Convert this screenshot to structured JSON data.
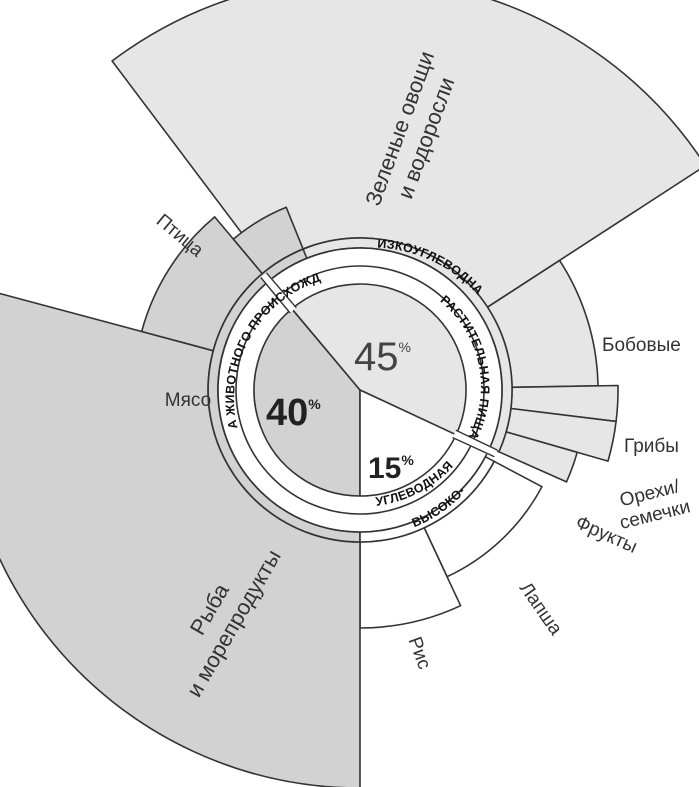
{
  "colors": {
    "animal": "#d2d2d2",
    "plant": "#e6e6e6",
    "carb": "#ffffff",
    "stroke": "#333333"
  },
  "chart_data": {
    "type": "sunburst",
    "groups": [
      {
        "key": "animal",
        "ring_label": "ПИЩА ЖИВОТНОГО ПРОИСХОЖДЕНИЯ",
        "percent": "40",
        "items": [
          {
            "label": "Птица",
            "weight": 4
          },
          {
            "label": "Мясо",
            "weight": 8
          },
          {
            "label": "Рыба и морепродукты",
            "lines": [
              "Рыба",
              "и морепродукты"
            ],
            "weight": 28
          }
        ]
      },
      {
        "key": "plant",
        "ring_label_1": "НИЗКОУГЛЕВОДНАЯ",
        "ring_label_2": "РАСТИТЕЛЬНАЯ ПИЩА",
        "percent": "45",
        "items": [
          {
            "label": "Зеленые овощи и водоросли",
            "lines": [
              "Зеленые овощи",
              "и водоросли"
            ],
            "weight": 28
          },
          {
            "label": "Бобовые",
            "weight": 9
          },
          {
            "label": "Грибы",
            "weight": 3
          },
          {
            "label": "Орехи/семечки",
            "lines": [
              "Орехи/",
              "семечки"
            ],
            "weight": 3
          },
          {
            "label": "Фрукты",
            "weight": 2
          }
        ]
      },
      {
        "key": "carb",
        "ring_label_1": "ВЫСОКО-",
        "ring_label_2": "УГЛЕВОДНАЯ",
        "percent": "15",
        "items": [
          {
            "label": "Лапша",
            "weight": 8
          },
          {
            "label": "Рис",
            "weight": 7
          }
        ]
      }
    ],
    "percent_sign": "%"
  }
}
